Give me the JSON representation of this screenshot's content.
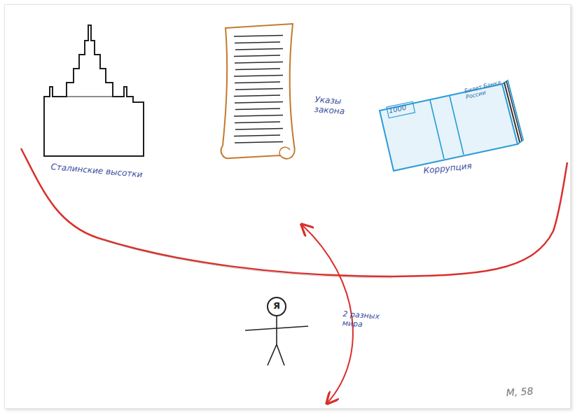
{
  "diagram": {
    "nodes": [
      {
        "text": [
          "Сталинские высотки"
        ]
      },
      {
        "text": [
          "Указы закона"
        ]
      },
      {
        "text": [
          "1000",
          "Билет Банка России",
          "Коррупция"
        ]
      },
      {
        "text": [
          "Я"
        ]
      }
    ],
    "labels": [
      "2 разных мира",
      "М, 58"
    ]
  }
}
